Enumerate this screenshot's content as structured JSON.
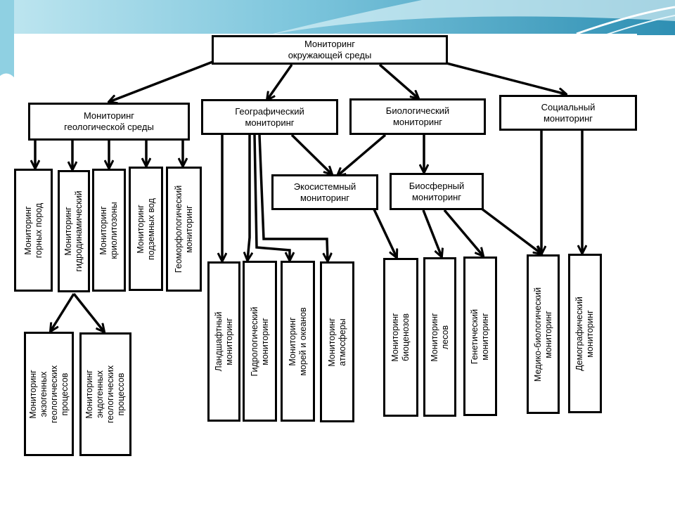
{
  "colors": {
    "background": "#ffffff",
    "top_band_light": "#bfe6f0",
    "top_band_mid": "#7cc5dc",
    "top_band_dark": "#2e8fb3",
    "box_border": "#000000",
    "text": "#000000"
  },
  "root": {
    "lines": [
      "Мониторинг",
      "окружающей среды"
    ]
  },
  "level1": {
    "geological": {
      "lines": [
        "Мониторинг",
        "геологической среды"
      ]
    },
    "geographic": {
      "lines": [
        "Географический",
        "мониторинг"
      ]
    },
    "biological": {
      "lines": [
        "Биологический",
        "мониторинг"
      ]
    },
    "social": {
      "lines": [
        "Социальный",
        "мониторинг"
      ]
    }
  },
  "level2": {
    "ecosystem": {
      "lines": [
        "Экосистемный",
        "мониторинг"
      ]
    },
    "biosphere": {
      "lines": [
        "Биосферный",
        "мониторинг"
      ]
    }
  },
  "geological_children": {
    "rocks": {
      "lines": [
        "Мониторинг",
        "горных пород"
      ]
    },
    "hydrodynamic": {
      "lines": [
        "Мониторинг",
        "гидродинамический"
      ]
    },
    "cryolithozone": {
      "lines": [
        "Мониторинг",
        "криолитозоны"
      ]
    },
    "groundwater": {
      "lines": [
        "Мониторинг",
        "подземных вод"
      ]
    },
    "geomorphological": {
      "lines": [
        "Геоморфологический",
        "мониторинг"
      ]
    }
  },
  "hydrodynamic_children": {
    "exogenous": {
      "lines": [
        "Мониторинг",
        "экзогенных",
        "геологических",
        "процессов"
      ]
    },
    "endogenous": {
      "lines": [
        "Мониторинг",
        "эндогенных",
        "геологических",
        "процессов"
      ]
    }
  },
  "geographic_children": {
    "landscape": {
      "lines": [
        "Ландшафтный",
        "мониторинг"
      ]
    },
    "hydrological": {
      "lines": [
        "Гидрологический",
        "мониторинг"
      ]
    },
    "seas": {
      "lines": [
        "Мониторинг",
        "морей и океанов"
      ]
    },
    "atmosphere": {
      "lines": [
        "Мониторинг",
        "атмосферы"
      ]
    }
  },
  "bio_children": {
    "biocenoses": {
      "lines": [
        "Мониторинг",
        "биоценозов"
      ]
    },
    "forests": {
      "lines": [
        "Мониторинг",
        "лесов"
      ]
    },
    "genetic": {
      "lines": [
        "Генетический",
        "мониторинг"
      ]
    }
  },
  "social_children": {
    "medbio": {
      "lines": [
        "Медико-биологический",
        "мониторинг"
      ]
    },
    "demographic": {
      "lines": [
        "Демографический",
        "мониторинг"
      ]
    }
  }
}
